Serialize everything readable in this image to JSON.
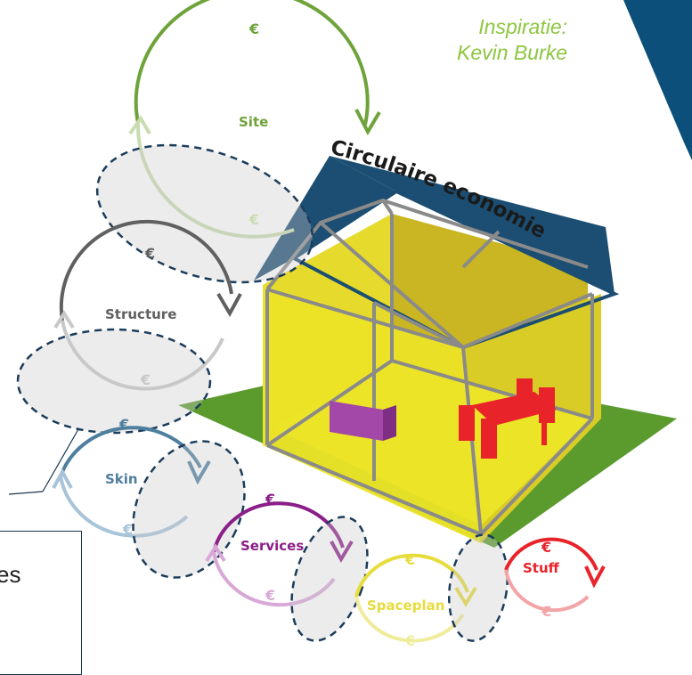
{
  "credit": {
    "line1": "Inspiratie:",
    "line2": "Kevin Burke"
  },
  "roof_label": "Circulaire economie",
  "callout_text": "es",
  "currency_symbol": "€",
  "layers": [
    {
      "name": "Site",
      "color": "#6ea33a"
    },
    {
      "name": "Structure",
      "color": "#606060"
    },
    {
      "name": "Skin",
      "color": "#4f7f9e"
    },
    {
      "name": "Services",
      "color": "#8b1e88"
    },
    {
      "name": "Spaceplan",
      "color": "#e6dc3c"
    },
    {
      "name": "Stuff",
      "color": "#e8232a"
    }
  ],
  "colors": {
    "roof": "#1b4e72",
    "interior": "#ece427",
    "ground": "#5b9b2e",
    "frame": "#8a8a8a",
    "furniture_purple": "#a347a8",
    "furniture_red": "#e8232a",
    "accent_dark": "#0b4f7a"
  }
}
